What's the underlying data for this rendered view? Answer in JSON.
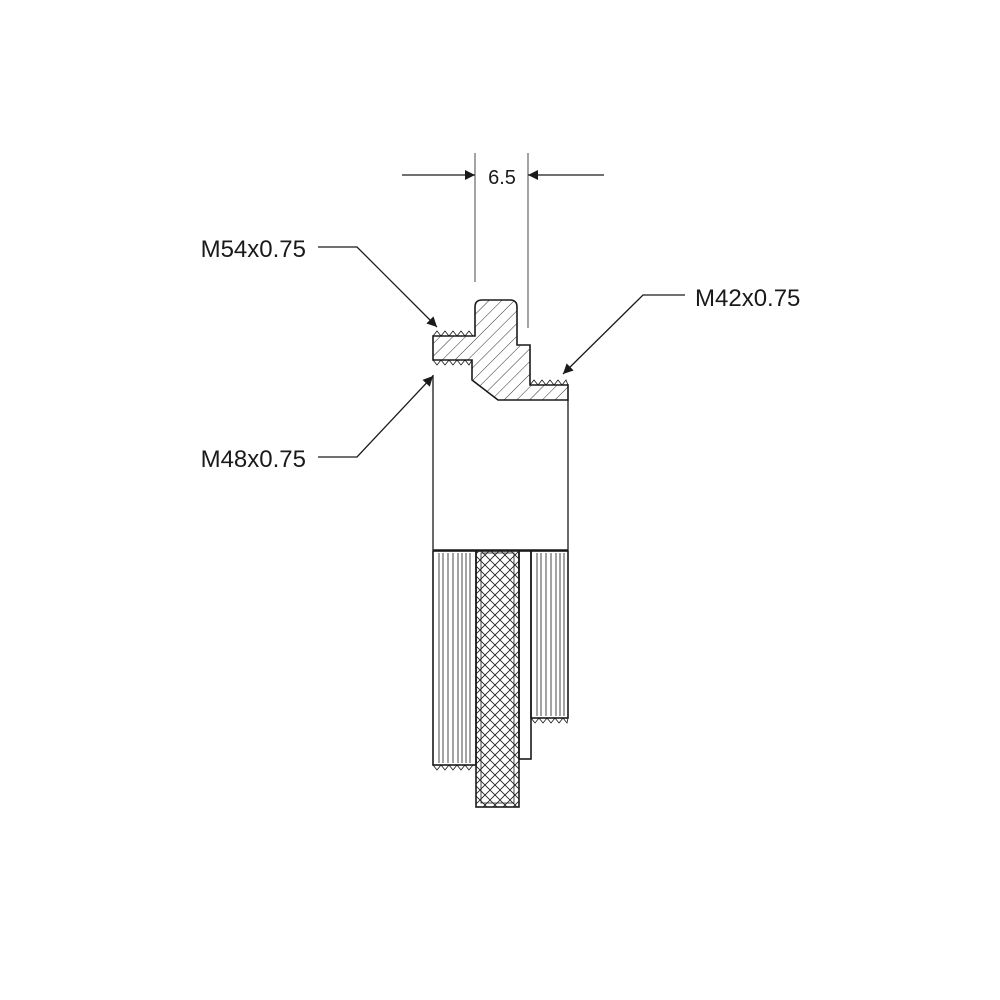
{
  "dimension": {
    "width_label": "6.5"
  },
  "callouts": {
    "top_left": "M54x0.75",
    "bottom_left": "M48x0.75",
    "right": "M42x0.75"
  },
  "colors": {
    "ink": "#1a1a1a",
    "background": "#ffffff"
  }
}
